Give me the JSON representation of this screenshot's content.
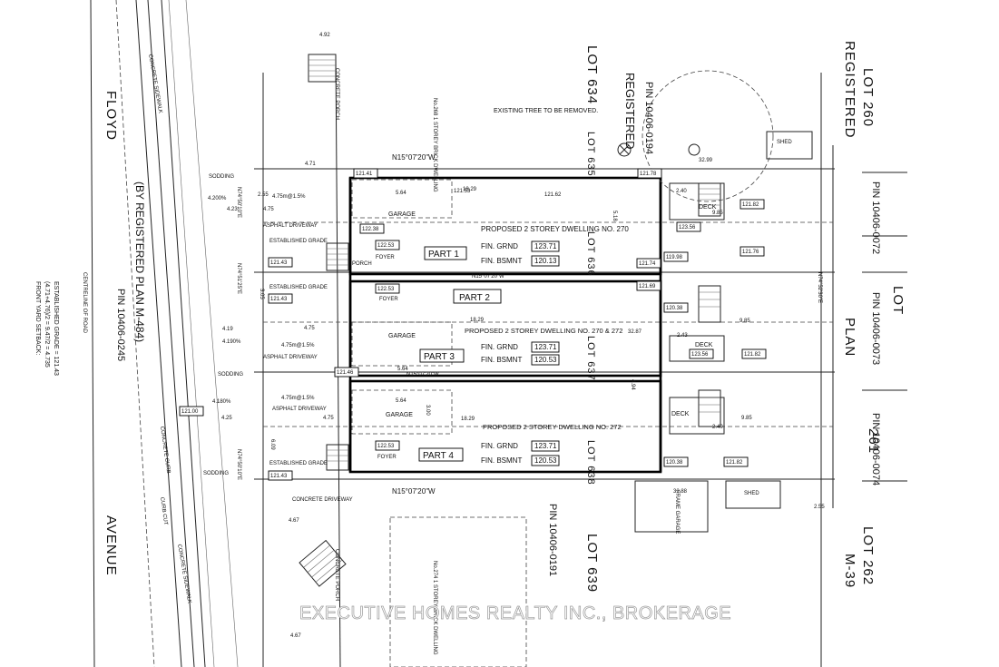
{
  "street": {
    "name_top": "FLOYD",
    "name_bottom": "AVENUE",
    "plan_line": "(BY REGISTERED PLAN M-484)",
    "pin": "PIN 10406-0245",
    "centreline": "CENTRELINE OF ROAD",
    "sidewalk": "CONCRETE SIDEWALK",
    "curb": "CONCRETE CURB",
    "curb_cut": "CURB CUT"
  },
  "notes": {
    "setback_1": "FRONT YARD SETBACK:",
    "setback_2": "(4.71+4.76)/2 = 9.47/2 = 4.735",
    "established_grade": "ESTABLISHED GRADE = 121.43"
  },
  "lots": {
    "lot_634": "LOT 634",
    "registered": "REGISTERED",
    "pin_top": "PIN 10406-0194",
    "lot_639": "LOT 639",
    "pin_bottom": "PIN 10406-0191",
    "lot_260": "LOT 260",
    "lot_261": "261",
    "lot_262": "LOT 262",
    "m39": "M-39",
    "plan_word": "PLAN",
    "lot_word": "LOT",
    "pin_0072": "PIN 10406-0072",
    "pin_0073": "PIN 10406-0073",
    "pin_0074": "PIN 10406-0074",
    "lot_635": "LOT 635",
    "lot_636": "LOT 636",
    "lot_637": "LOT 637",
    "lot_638": "LOT 638"
  },
  "bearing": "N15°07'20\"W",
  "bearings_side": [
    "N74°50'10\"E",
    "N74°51'25\"E",
    "N74°52'30\"E",
    "N74°50'10\"E"
  ],
  "tree_note": "EXISTING TREE TO BE REMOVED.",
  "neighbours": {
    "top": "No.268 1 STOREY BRICK DWELLING",
    "bottom": "No.274 1 STOREY BRICK DWELLING",
    "porch": "CONCRETE PORCH",
    "driveway": "CONCRETE DRIVEWAY",
    "shed": "SHED",
    "frame_garage": "FRAME GARAGE"
  },
  "dwellings": [
    {
      "title": "PROPOSED 2 STOREY DWELLING NO. 270",
      "fin_grnd": "123.71",
      "fin_bsmnt": "120.13"
    },
    {
      "title": "PROPOSED 2 STOREY DWELLING NO. 270 & 272",
      "fin_grnd": "123.71",
      "fin_bsmnt": "120.53"
    },
    {
      "title": "PROPOSED 2 STOREY DWELLING NO. 272",
      "fin_grnd": "123.71",
      "fin_bsmnt": "120.53"
    }
  ],
  "labels": {
    "fin_grnd": "FIN. GRND",
    "fin_bsmnt": "FIN. BSMNT",
    "garage": "GARAGE",
    "foyer": "FOYER",
    "porch": "PORCH",
    "deck": "DECK",
    "asphalt": "ASPHALT DRIVEWAY",
    "sodding": "SODDING",
    "est_grade": "ESTABLISHED GRADE",
    "driveway_slope": "4.75m@1.5%"
  },
  "parts": [
    "PART 1",
    "PART 2",
    "PART 3",
    "PART 4"
  ],
  "dims": {
    "d564": "5.64",
    "d1829": "18.29",
    "d475": "4.75",
    "d240": "2.40",
    "d985": "9.85",
    "d243": "2.43",
    "d3287": "32.87",
    "d3299": "32.99",
    "d3288": "32.88",
    "d255": "2.55",
    "d423": "4.23",
    "d425": "4.25",
    "d419": "4.19",
    "d609": "6.09",
    "d305": "3.05",
    "d300": "3.00",
    "d518": "5.18",
    "d494": "4.94",
    "d471": "4.71",
    "d476": "4.76",
    "d467": "4.67",
    "d492": "4.92"
  },
  "elevations": {
    "e12141": "121.41",
    "e12143": "121.43",
    "e12253": "122.53",
    "e12238": "122.38",
    "e12153": "121.53",
    "e12162": "121.62",
    "e12178": "121.78",
    "e12356": "123.56",
    "e12182": "121.82",
    "e11998": "119.98",
    "e12176": "121.76",
    "e12169": "121.69",
    "e12038": "120.38",
    "e12146": "121.46",
    "e12174": "121.74",
    "e12100": "121.00"
  },
  "slopes": {
    "s1": "4.200%",
    "s2": "4.190%",
    "s3": "4.180%"
  },
  "watermark": "EXECUTIVE HOMES REALTY INC., BROKERAGE"
}
